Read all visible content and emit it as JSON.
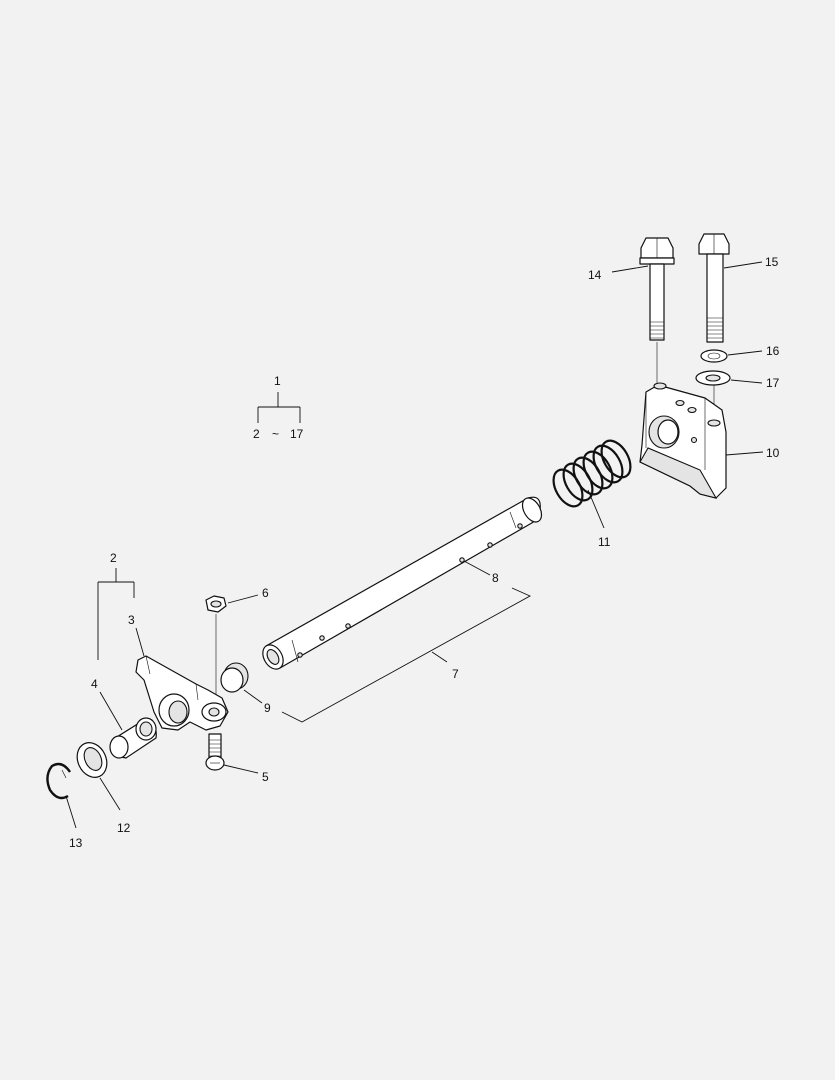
{
  "assembly": {
    "label": "1",
    "range_start": "2",
    "range_sep": "~",
    "range_end": "17"
  },
  "subassembly": {
    "label": "2"
  },
  "callouts": {
    "c3": "3",
    "c4": "4",
    "c5": "5",
    "c6": "6",
    "c7": "7",
    "c8": "8",
    "c9": "9",
    "c10": "10",
    "c11": "11",
    "c12": "12",
    "c13": "13",
    "c14": "14",
    "c15": "15",
    "c16": "16",
    "c17": "17"
  },
  "colors": {
    "background": "#f2f2f2",
    "ink": "#111111",
    "part_fill": "#ffffff",
    "shade": "#e4e4e4"
  }
}
